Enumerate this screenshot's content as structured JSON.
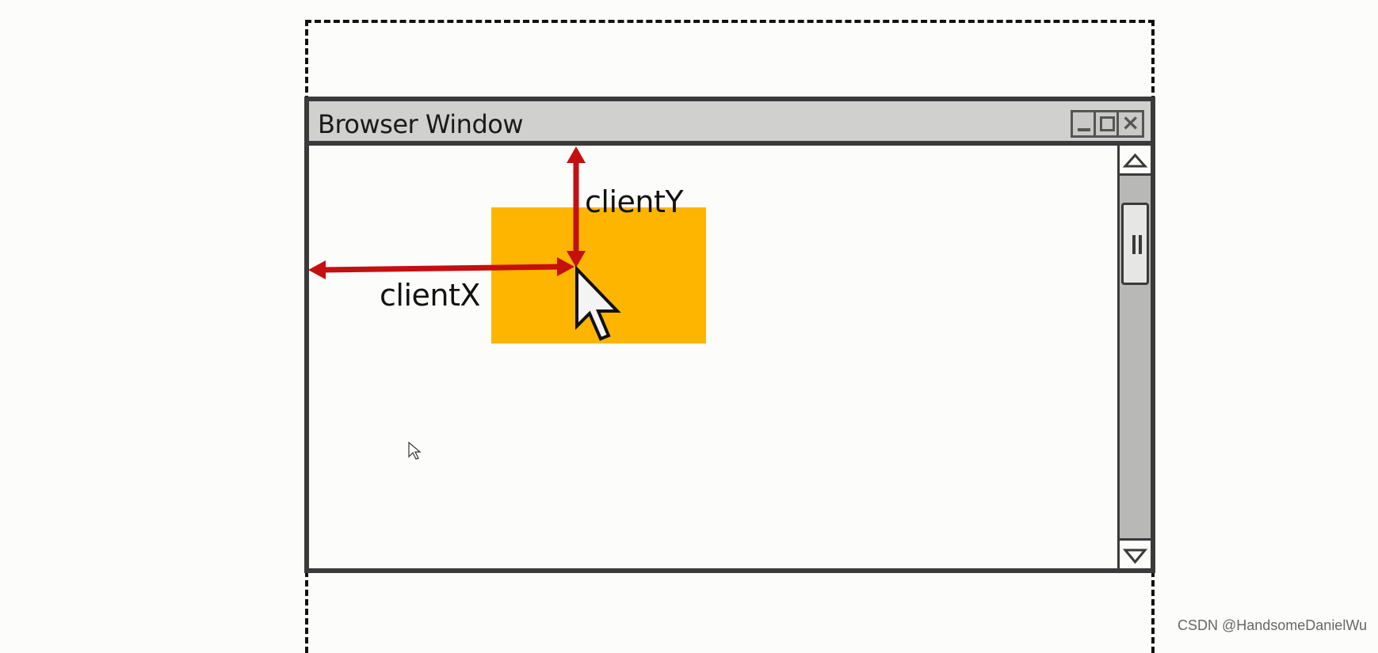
{
  "window": {
    "title": "Browser Window",
    "controls": [
      {
        "name": "minimize",
        "icon": "minimize-icon"
      },
      {
        "name": "maximize",
        "icon": "maximize-icon"
      },
      {
        "name": "close",
        "icon": "close-icon"
      }
    ]
  },
  "labels": {
    "client_y": "clientY",
    "client_x": "clientX"
  },
  "watermark": "CSDN @HandsomeDanielWu",
  "colors": {
    "box": "#fdb500",
    "arrow": "#c41010",
    "frame": "#3a3a3a",
    "title_bar": "#d0d0cf"
  },
  "icons": {
    "scroll_up": "triangle-up-icon",
    "scroll_down": "triangle-down-icon",
    "thumb": "grip-icon",
    "pointer": "mouse-pointer-icon"
  }
}
